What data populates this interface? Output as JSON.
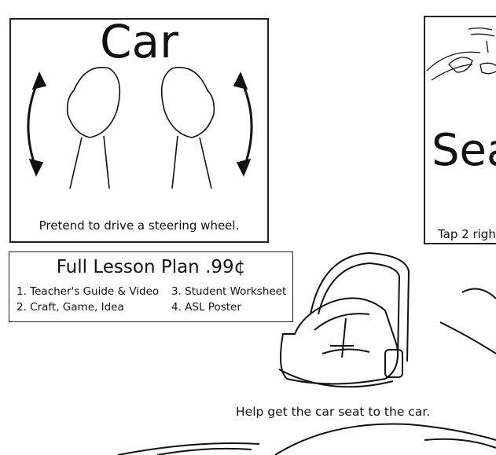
{
  "car_card": {
    "title": "Car",
    "caption": "Pretend to drive a steering wheel."
  },
  "seat_card": {
    "title": "Sea",
    "caption": "Tap 2 righ"
  },
  "lesson_plan": {
    "title": "Full Lesson Plan .99¢",
    "items": [
      "1. Teacher's Guide & Video",
      "2. Craft, Game, Idea",
      "3. Student Worksheet",
      "4. ASL Poster"
    ]
  },
  "maze": {
    "caption": "Help get the car seat to the car."
  }
}
